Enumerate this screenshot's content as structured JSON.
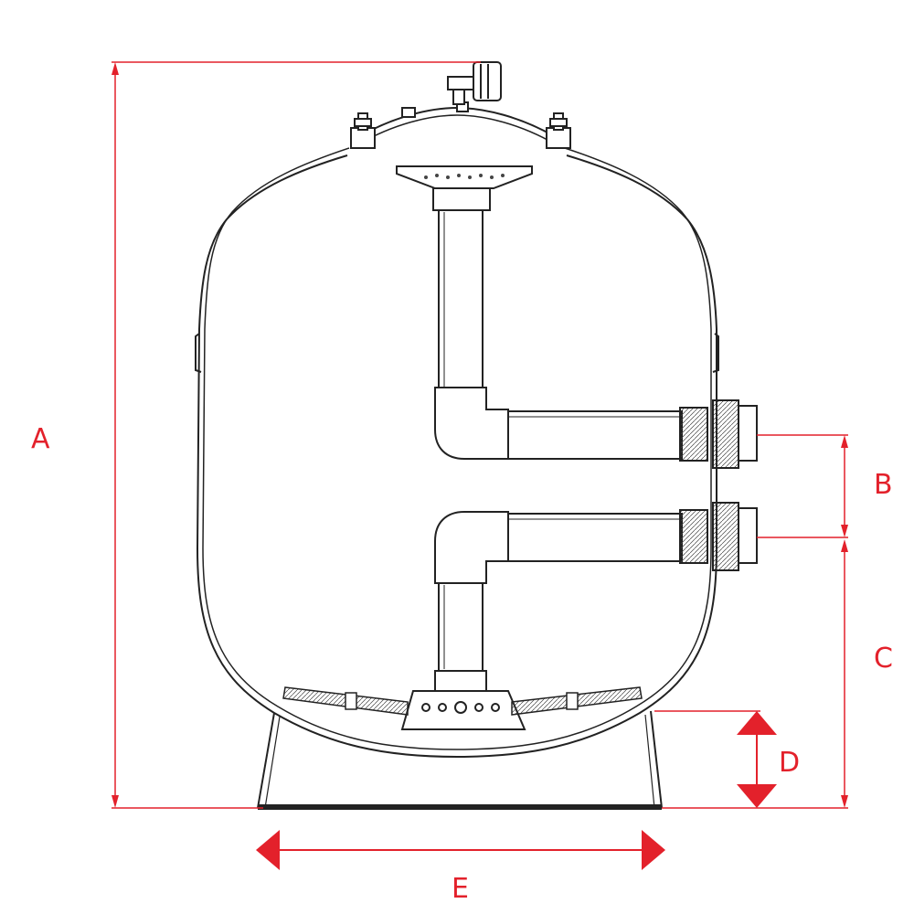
{
  "colors": {
    "outline": "#222222",
    "dimension": "#e3212b",
    "background": "#ffffff"
  },
  "labels": {
    "a": "A",
    "b": "B",
    "c": "C",
    "d": "D",
    "e": "E"
  }
}
